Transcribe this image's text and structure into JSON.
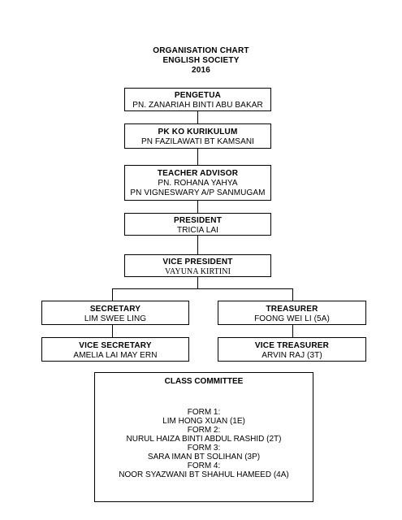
{
  "header": {
    "line1": "ORGANISATION CHART",
    "line2": "ENGLISH SOCIETY",
    "line3": "2016"
  },
  "pengetua": {
    "role": "PENGETUA",
    "name": "PN. ZANARIAH BINTI ABU BAKAR"
  },
  "pk_ko": {
    "role": "PK KO KURIKULUM",
    "name": "PN FAZILAWATI BT KAMSANI"
  },
  "teacher_advisor": {
    "role": "TEACHER ADVISOR",
    "names": [
      "PN. ROHANA YAHYA",
      "PN VIGNESWARY A/P SANMUGAM"
    ]
  },
  "president": {
    "role": "PRESIDENT",
    "name": "TRICIA LAI"
  },
  "vice_president": {
    "role": "VICE PRESIDENT",
    "name": "VAYUNA KIRTINI"
  },
  "secretary": {
    "role": "SECRETARY",
    "name": "LIM SWEE LING"
  },
  "treasurer": {
    "role": "TREASURER",
    "name": "FOONG WEI LI (5A)"
  },
  "vice_secretary": {
    "role": "VICE SECRETARY",
    "name": "AMELIA LAI MAY ERN"
  },
  "vice_treasurer": {
    "role": "VICE TREASURER",
    "name": "ARVIN RAJ (3T)"
  },
  "class_committee": {
    "title": "CLASS COMMITTEE",
    "lines": [
      "FORM 1:",
      "LIM HONG XUAN (1E)",
      "FORM 2:",
      "NURUL HAIZA BINTI ABDUL RASHID (2T)",
      "FORM 3:",
      "SARA IMAN BT SOLIHAN (3P)",
      "FORM 4:",
      "NOOR SYAZWANI BT SHAHUL HAMEED (4A)"
    ]
  }
}
